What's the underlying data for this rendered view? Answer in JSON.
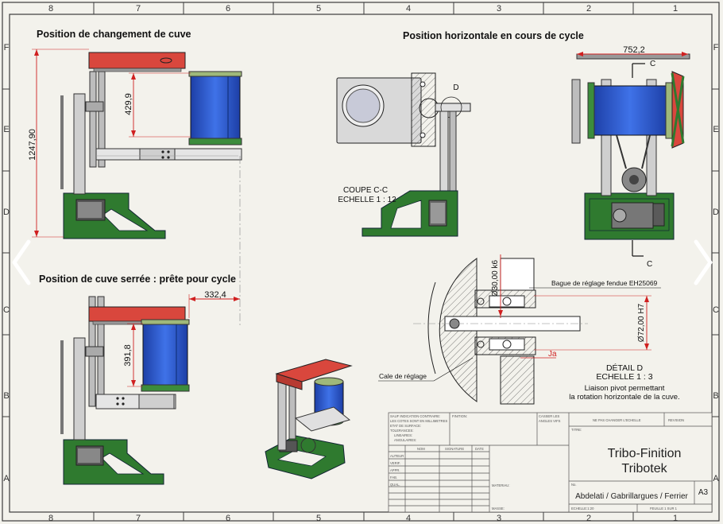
{
  "frame": {
    "columns_top": [
      "8",
      "7",
      "6",
      "5",
      "4",
      "3",
      "2",
      "1"
    ],
    "columns_bottom": [
      "8",
      "7",
      "6",
      "5",
      "4",
      "3",
      "2",
      "1"
    ],
    "rows_left": [
      "F",
      "E",
      "D",
      "C",
      "B",
      "A"
    ],
    "rows_right": [
      "F",
      "E",
      "D",
      "C",
      "B",
      "A"
    ]
  },
  "views": {
    "change_title": "Position de changement de cuve",
    "horizontal_title": "Position horizontale en cours de cycle",
    "clamped_title": "Position de cuve serrée : prête pour cycle"
  },
  "dimensions": {
    "overall_height": "1247,90",
    "change_stroke": "429,9",
    "clamped_stroke": "391,8",
    "clamped_offset": "332,4",
    "width_top": "752,2",
    "bore": "Ø30,00 k6",
    "housing": "Ø72,00 H7",
    "play": "Ja"
  },
  "section": {
    "label": "COUPE C-C",
    "scale": "ECHELLE 1 : 12",
    "cut_letter": "C",
    "detail_letter": "D"
  },
  "detail": {
    "title": "DÉTAIL D",
    "scale": "ECHELLE 1 : 3",
    "caption_line1": "Liaison pivot permettant",
    "caption_line2": "la rotation horizontale de la cuve.",
    "callout_ring": "Bague de réglage fendue EH25069",
    "callout_shim": "Cale de réglage"
  },
  "title_block": {
    "notes_lines": [
      "SAUF INDICATION CONTRAIRE:",
      "LES COTES SONT EN MILLIMETRES",
      "ETAT DE SURFACE:",
      "TOLERANCES:",
      "LINEAIRES:",
      "ANGULAIRES:"
    ],
    "finish_label": "FINITION:",
    "break_edges": [
      "CASSER LES",
      "ANGLES VIFS"
    ],
    "no_scale": "NE PAS CHANGER L'ECHELLE",
    "revision": "REVISION",
    "table_headers": [
      "NOM",
      "SIGNATURE",
      "DATE"
    ],
    "roles": [
      "AUTEUR",
      "VERIF.",
      "APPR.",
      "FAB.",
      "QUAL."
    ],
    "title_label": "TITRE:",
    "title_line1": "Tribo-Finition",
    "title_line2": "Tribotek",
    "material_label": "MATERIAU:",
    "mass_label": "MASSE:",
    "drawing_no_label": "No.",
    "authors": "Abdelati / Gabrillargues / Ferrier",
    "format": "A3",
    "scale_label": "ECHELLE:1:20",
    "sheet_label": "FEUILLE 1 SUR 1"
  },
  "navigation": {
    "prev_icon": "chevron-left-icon",
    "next_icon": "chevron-right-icon"
  },
  "colors": {
    "paper": "#f3f2ec",
    "frame_line": "#3c3c3c",
    "base_green": "#2f7a2f",
    "arm_red": "#d9473d",
    "tank_blue": "#2e5ed1",
    "dimension_red": "#d02020",
    "metal_grey": "#b9b9b9"
  }
}
